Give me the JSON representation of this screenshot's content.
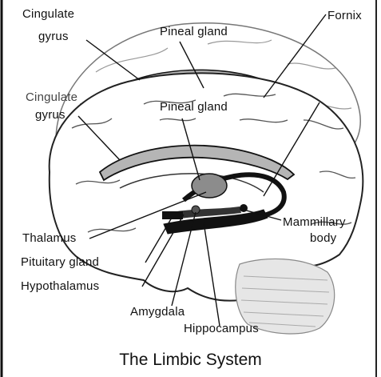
{
  "caption": "The Limbic System",
  "labels": {
    "cingulate_top_1": "Cingulate",
    "cingulate_top_2": "gyrus",
    "pineal_top": "Pineal gland",
    "fornix": "Fornix",
    "cingulate_mid_1": "Cingulate",
    "cingulate_mid_2": "gyrus",
    "pineal_mid": "Pineal gland",
    "thalamus": "Thalamus",
    "mammillary_1": "Mammillary",
    "mammillary_2": "body",
    "pituitary": "Pituitary gland",
    "hypothalamus": "Hypothalamus",
    "amygdala": "Amygdala",
    "hippocampus": "Hippocampus"
  },
  "colors": {
    "outline": "#111111",
    "gyrus_fill": "#b5b5b5",
    "cerebellum_fill": "#e6e6e6",
    "structure_fill": "#8c8c8c"
  }
}
